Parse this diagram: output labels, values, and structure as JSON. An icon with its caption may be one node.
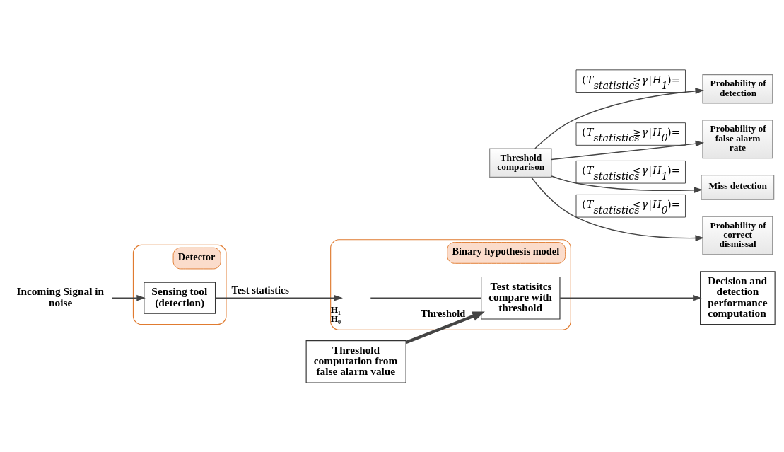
{
  "diagram": {
    "nodes": [
      {
        "text": [
          "Incoming Signal in noise"
        ]
      },
      {
        "text": [
          "Detector"
        ]
      },
      {
        "text": [
          "Sensing tool (detection)"
        ],
        "in": 1
      },
      {
        "text": [
          "Binary hypothesis model"
        ]
      },
      {
        "text": [],
        "shape": "switch",
        "in": 3,
        "beside": [
          "H₁",
          "H₀"
        ]
      },
      {
        "text": [
          "Test statisitcs compare with threshold"
        ],
        "in": 3
      },
      {
        "text": [
          "Decision and detection performance computation"
        ]
      },
      {
        "text": [
          "Threshold computation from false alarm value"
        ]
      },
      {
        "text": [
          "Threshold comparison"
        ]
      },
      {
        "text": [
          "Probability of detection"
        ]
      },
      {
        "text": [
          "Probability of false alarm rate"
        ]
      },
      {
        "text": [
          "Miss detection"
        ]
      },
      {
        "text": [
          "Probability of correct dismissal"
        ]
      }
    ],
    "edges": [
      {
        "from": 0,
        "to": 2,
        "arrow": "to"
      },
      {
        "from": 2,
        "to": 4,
        "arrow": "to",
        "label": "Test statistics"
      },
      {
        "from": 4,
        "to": 5,
        "arrow": "none"
      },
      {
        "from": 5,
        "to": 6,
        "arrow": "to"
      },
      {
        "from": 7,
        "to": 5,
        "arrow": "to",
        "label": "Threshold",
        "style": "thick"
      },
      {
        "from": 8,
        "to": 9,
        "arrow": "to",
        "label": "(*T*$_{statistics}$≥*γ*|*H*$_{1}$)="
      },
      {
        "from": 8,
        "to": 10,
        "arrow": "to",
        "label": "(*T*$_{statistics}$≥*γ*|*H*$_{0}$)="
      },
      {
        "from": 8,
        "to": 11,
        "arrow": "to",
        "label": "(*T*$_{statistics}$<*γ*|*H*$_{1}$)="
      },
      {
        "from": 8,
        "to": 12,
        "arrow": "to",
        "label": "(*T*$_{statistics}$<*γ*|*H*$_{0}$)="
      }
    ]
  }
}
